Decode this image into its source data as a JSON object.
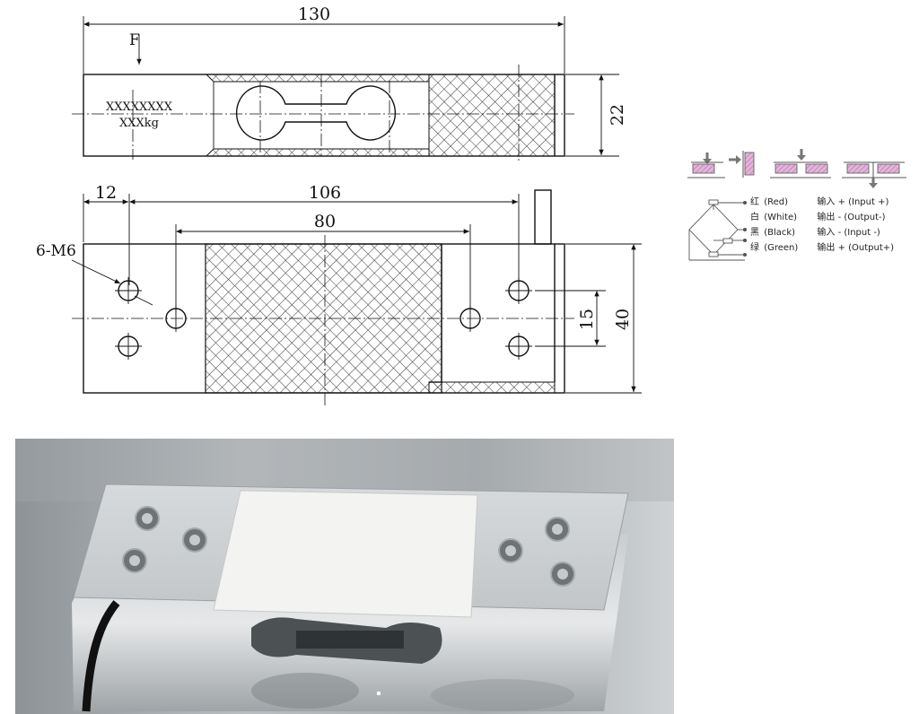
{
  "top_view": {
    "overall_length": "130",
    "height": "22",
    "force_label": "F",
    "capacity_label_line1": "XXXXXXXX",
    "capacity_label_line2": "XXXkg"
  },
  "front_view": {
    "dim_12": "12",
    "dim_106": "106",
    "dim_80": "80",
    "dim_15": "15",
    "dim_40": "40",
    "thread_label": "6-M6"
  },
  "wiring": {
    "rows": [
      {
        "cn": "红",
        "color": "(Red)",
        "io_cn": "输入",
        "io": "+ (Input +)"
      },
      {
        "cn": "白",
        "color": "(White)",
        "io_cn": "输出",
        "io": "- (Output-)"
      },
      {
        "cn": "黑",
        "color": "(Black)",
        "io_cn": "输入",
        "io": "- (Input -)"
      },
      {
        "cn": "绿",
        "color": "(Green)",
        "io_cn": "输出",
        "io": "+ (Output+)"
      }
    ],
    "accent": "#c77ab8"
  }
}
